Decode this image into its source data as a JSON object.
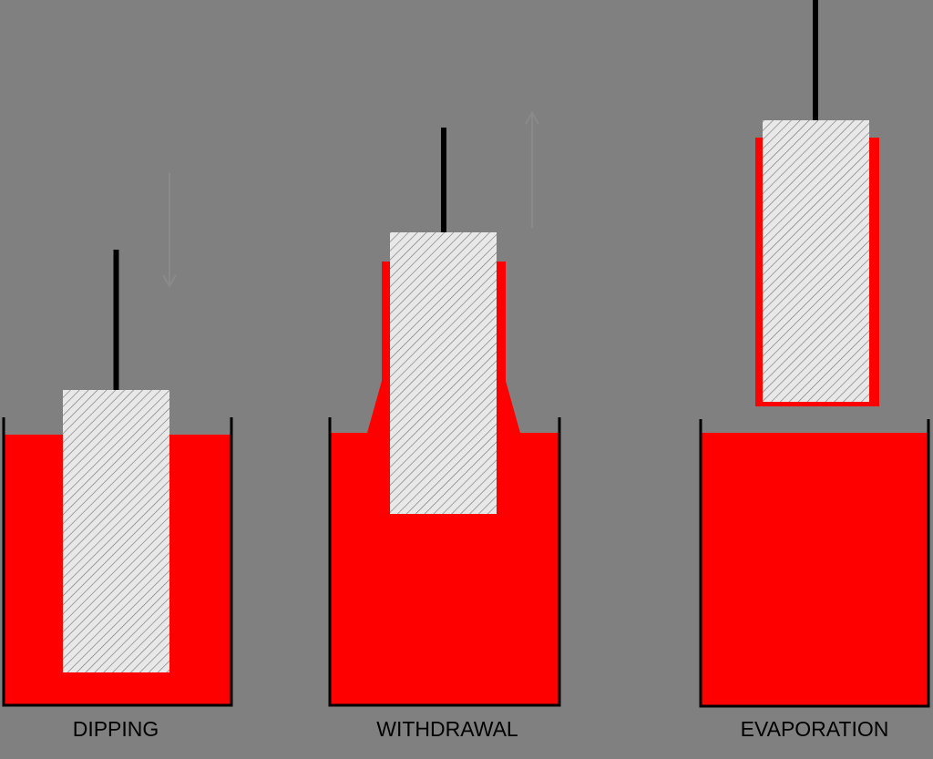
{
  "colors": {
    "background": "#808080",
    "liquid": "#ff0000",
    "substrate": "#e8e8e8",
    "hatch": "#7a7a7a",
    "line": "#000000",
    "faint_arrow": "#8a8a8a"
  },
  "stages": [
    {
      "label": "DIPPING"
    },
    {
      "label": "WITHDRAWAL"
    },
    {
      "label": "EVAPORATION"
    }
  ]
}
